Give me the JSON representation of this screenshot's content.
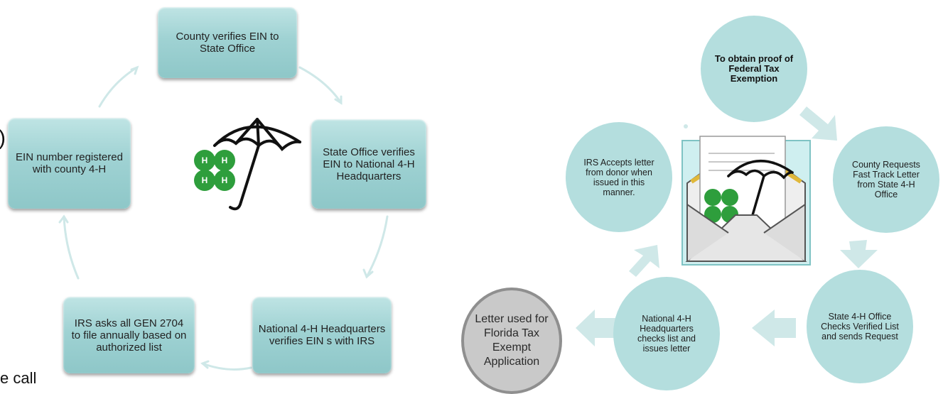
{
  "left_cycle": {
    "boxes": [
      "County verifies EIN to State Office",
      "State Office verifies EIN to National 4-H Headquarters",
      "National 4-H Headquarters verifies EIN s with IRS",
      "IRS asks all GEN 2704 to file annually based on authorized list",
      "EIN number registered with county 4-H"
    ]
  },
  "right_cycle": {
    "center_title": "To obtain proof of Federal Tax Exemption",
    "steps": [
      "County Requests Fast Track Letter from State 4-H Office",
      "State 4-H Office Checks Verified List and sends Request",
      "National 4-H Headquarters checks list and issues letter",
      "IRS Accepts letter from donor when issued in this manner."
    ],
    "result": "Letter used for Florida Tax Exempt Application"
  },
  "fragments": {
    "left_edge_glyph": ")",
    "bottom_left_text": "e call"
  },
  "colors": {
    "teal_box": "#9fd2d3",
    "teal_circle": "#b4dede",
    "arrow": "#cfe8e8",
    "clover": "#2e9e3c",
    "gray_circle": "#c9c9c9"
  }
}
